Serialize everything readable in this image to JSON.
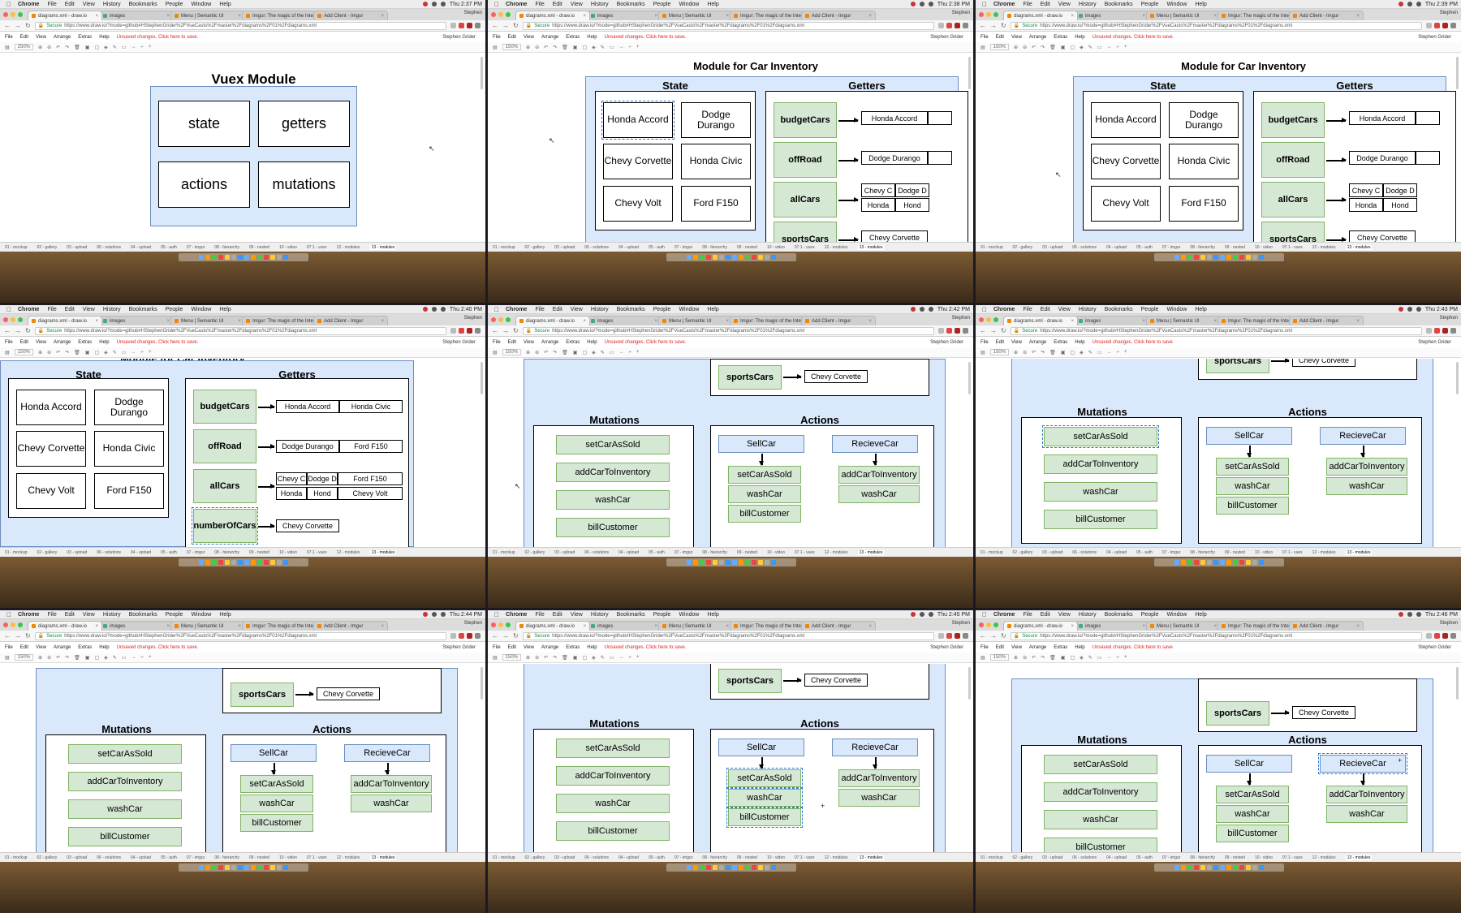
{
  "chrome_menu": [
    "Chrome",
    "File",
    "Edit",
    "View",
    "History",
    "Bookmarks",
    "People",
    "Window",
    "Help"
  ],
  "tabs": [
    {
      "label": "diagrams.xml - draw.io",
      "active": true
    },
    {
      "label": "images"
    },
    {
      "label": "Menu | Semantic UI"
    },
    {
      "label": "Imgur: The magic of the Intern"
    },
    {
      "label": "Add Client - Imgur"
    }
  ],
  "profile": "Stephen",
  "url_secure": "Secure",
  "url": "https://www.draw.io/?mode=github#HStephenGrider%2FVueCasts%2Fmaster%2Fdiagrams%2F01%2Fdiagrams.xml",
  "drawio_menu": [
    "File",
    "Edit",
    "View",
    "Arrange",
    "Extras",
    "Help"
  ],
  "unsaved": "Unsaved changes. Click here to save.",
  "user": "Stephen Grider",
  "page_tabs": [
    "01 - mockup",
    "02 - gallery",
    "03 - upload",
    "06 - solutions",
    "04 - upload",
    "05 - auth",
    "07 - imgur",
    "08 - hierarchy",
    "09 - nested",
    "10 - video",
    "07.1 - vuex",
    "12 - modules",
    "13 - modules"
  ],
  "tiles": [
    {
      "time": "Thu 2:37 PM",
      "zoom": "250%"
    },
    {
      "time": "Thu 2:38 PM",
      "zoom": "150%"
    },
    {
      "time": "Thu 2:39 PM",
      "zoom": "150%"
    },
    {
      "time": "Thu 2:40 PM",
      "zoom": "150%"
    },
    {
      "time": "Thu 2:42 PM",
      "zoom": "150%"
    },
    {
      "time": "Thu 2:43 PM",
      "zoom": "150%"
    },
    {
      "time": "Thu 2:44 PM",
      "zoom": "150%"
    },
    {
      "time": "Thu 2:45 PM",
      "zoom": "150%"
    },
    {
      "time": "Thu 2:46 PM",
      "zoom": "150%"
    }
  ],
  "diagram": {
    "vuex_title": "Vuex Module",
    "vuex_boxes": [
      "state",
      "getters",
      "actions",
      "mutations"
    ],
    "module_title": "Module for Car Inventory",
    "state_title": "State",
    "getters_title": "Getters",
    "mutations_title": "Mutations",
    "actions_title": "Actions",
    "cars": [
      "Honda Accord",
      "Dodge Durango",
      "Chevy Corvette",
      "Honda Civic",
      "Chevy Volt",
      "Ford F150"
    ],
    "getters": [
      "budgetCars",
      "offRoad",
      "allCars",
      "sportsCars",
      "numberOfCars"
    ],
    "getter_results": {
      "budget": [
        "Honda Accord",
        "Honda Civic"
      ],
      "offroad": [
        "Dodge Durango",
        "Ford F150"
      ],
      "all": [
        "Chevy C",
        "Dodge D",
        "Ford F150",
        "Honda",
        "Hond",
        "Chevy Volt"
      ],
      "sports": "Chevy Corvette"
    },
    "mutations": [
      "setCarAsSold",
      "addCarToInventory",
      "washCar",
      "billCustomer"
    ],
    "action_sell": "SellCar",
    "action_receive": "RecieveCar",
    "sell_steps": [
      "setCarAsSold",
      "washCar",
      "billCustomer"
    ],
    "receive_steps": [
      "addCarToInventory",
      "washCar"
    ]
  }
}
